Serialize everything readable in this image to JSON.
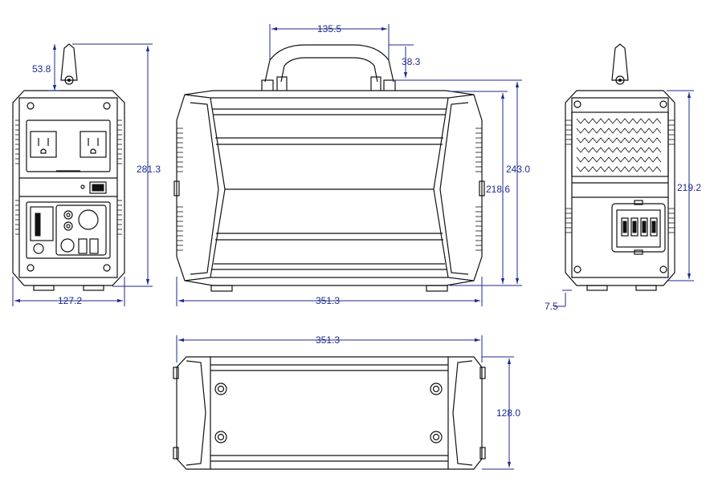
{
  "colors": {
    "dimension": "#1d2a8f",
    "outline": "#111111",
    "background": "#ffffff"
  },
  "dimensions": {
    "handle_offset": "53.8",
    "total_height": "281.3",
    "front_width": "127.2",
    "handle_width": "135.5",
    "handle_height": "38.3",
    "body_height": "243.0",
    "inner_height": "218.6",
    "side_length": "351.3",
    "right_height": "219.2",
    "foot_height": "7.5",
    "top_length": "351.3",
    "top_depth": "128.0"
  }
}
